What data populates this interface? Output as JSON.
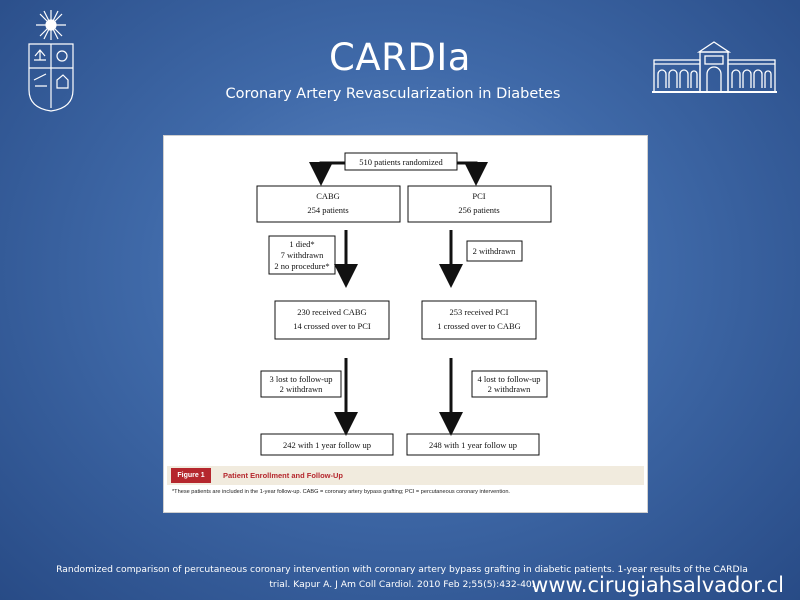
{
  "slide": {
    "title": "CARDIa",
    "subtitle": "Coronary Artery Revascularization in Diabetes",
    "reference_line1": "Randomized comparison of percutaneous coronary intervention with coronary artery bypass grafting in diabetic patients. 1-year results of the CARDIa",
    "reference_line2": "trial. Kapur A. J Am Coll Cardiol. 2010 Feb 2;55(5):432-40.",
    "website": "www.cirugiahsalvador.cl"
  },
  "colors": {
    "background": "#3f69a8",
    "caption_red": "#b5272d",
    "caption_band": "#f1ebde"
  },
  "icons": {
    "left_logo": "university-crest-icon",
    "right_logo": "building-facade-icon"
  },
  "figure": {
    "randomized": "510 patients randomized",
    "cabg_group": {
      "line1": "CABG",
      "line2": "254 patients"
    },
    "pci_group": {
      "line1": "PCI",
      "line2": "256 patients"
    },
    "cabg_exclusions": [
      "1 died*",
      "7 withdrawn",
      "2 no procedure*"
    ],
    "pci_exclusions": [
      "2 withdrawn"
    ],
    "cabg_received": {
      "line1": "230 received CABG",
      "line2": "14 crossed over to PCI"
    },
    "pci_received": {
      "line1": "253 received PCI",
      "line2": "1 crossed over to CABG"
    },
    "cabg_lost": [
      "3 lost to follow-up",
      "2 withdrawn"
    ],
    "pci_lost": [
      "4 lost to follow-up",
      "2 withdrawn"
    ],
    "cabg_final": "242 with 1 year follow up",
    "pci_final": "248 with 1 year follow up",
    "caption_tag": "Figure 1",
    "caption_title": "Patient Enrollment and Follow-Up",
    "caption_note": "*These patients are included in the 1-year follow-up. CABG = coronary artery bypass grafting; PCI = percutaneous coronary intervention."
  }
}
